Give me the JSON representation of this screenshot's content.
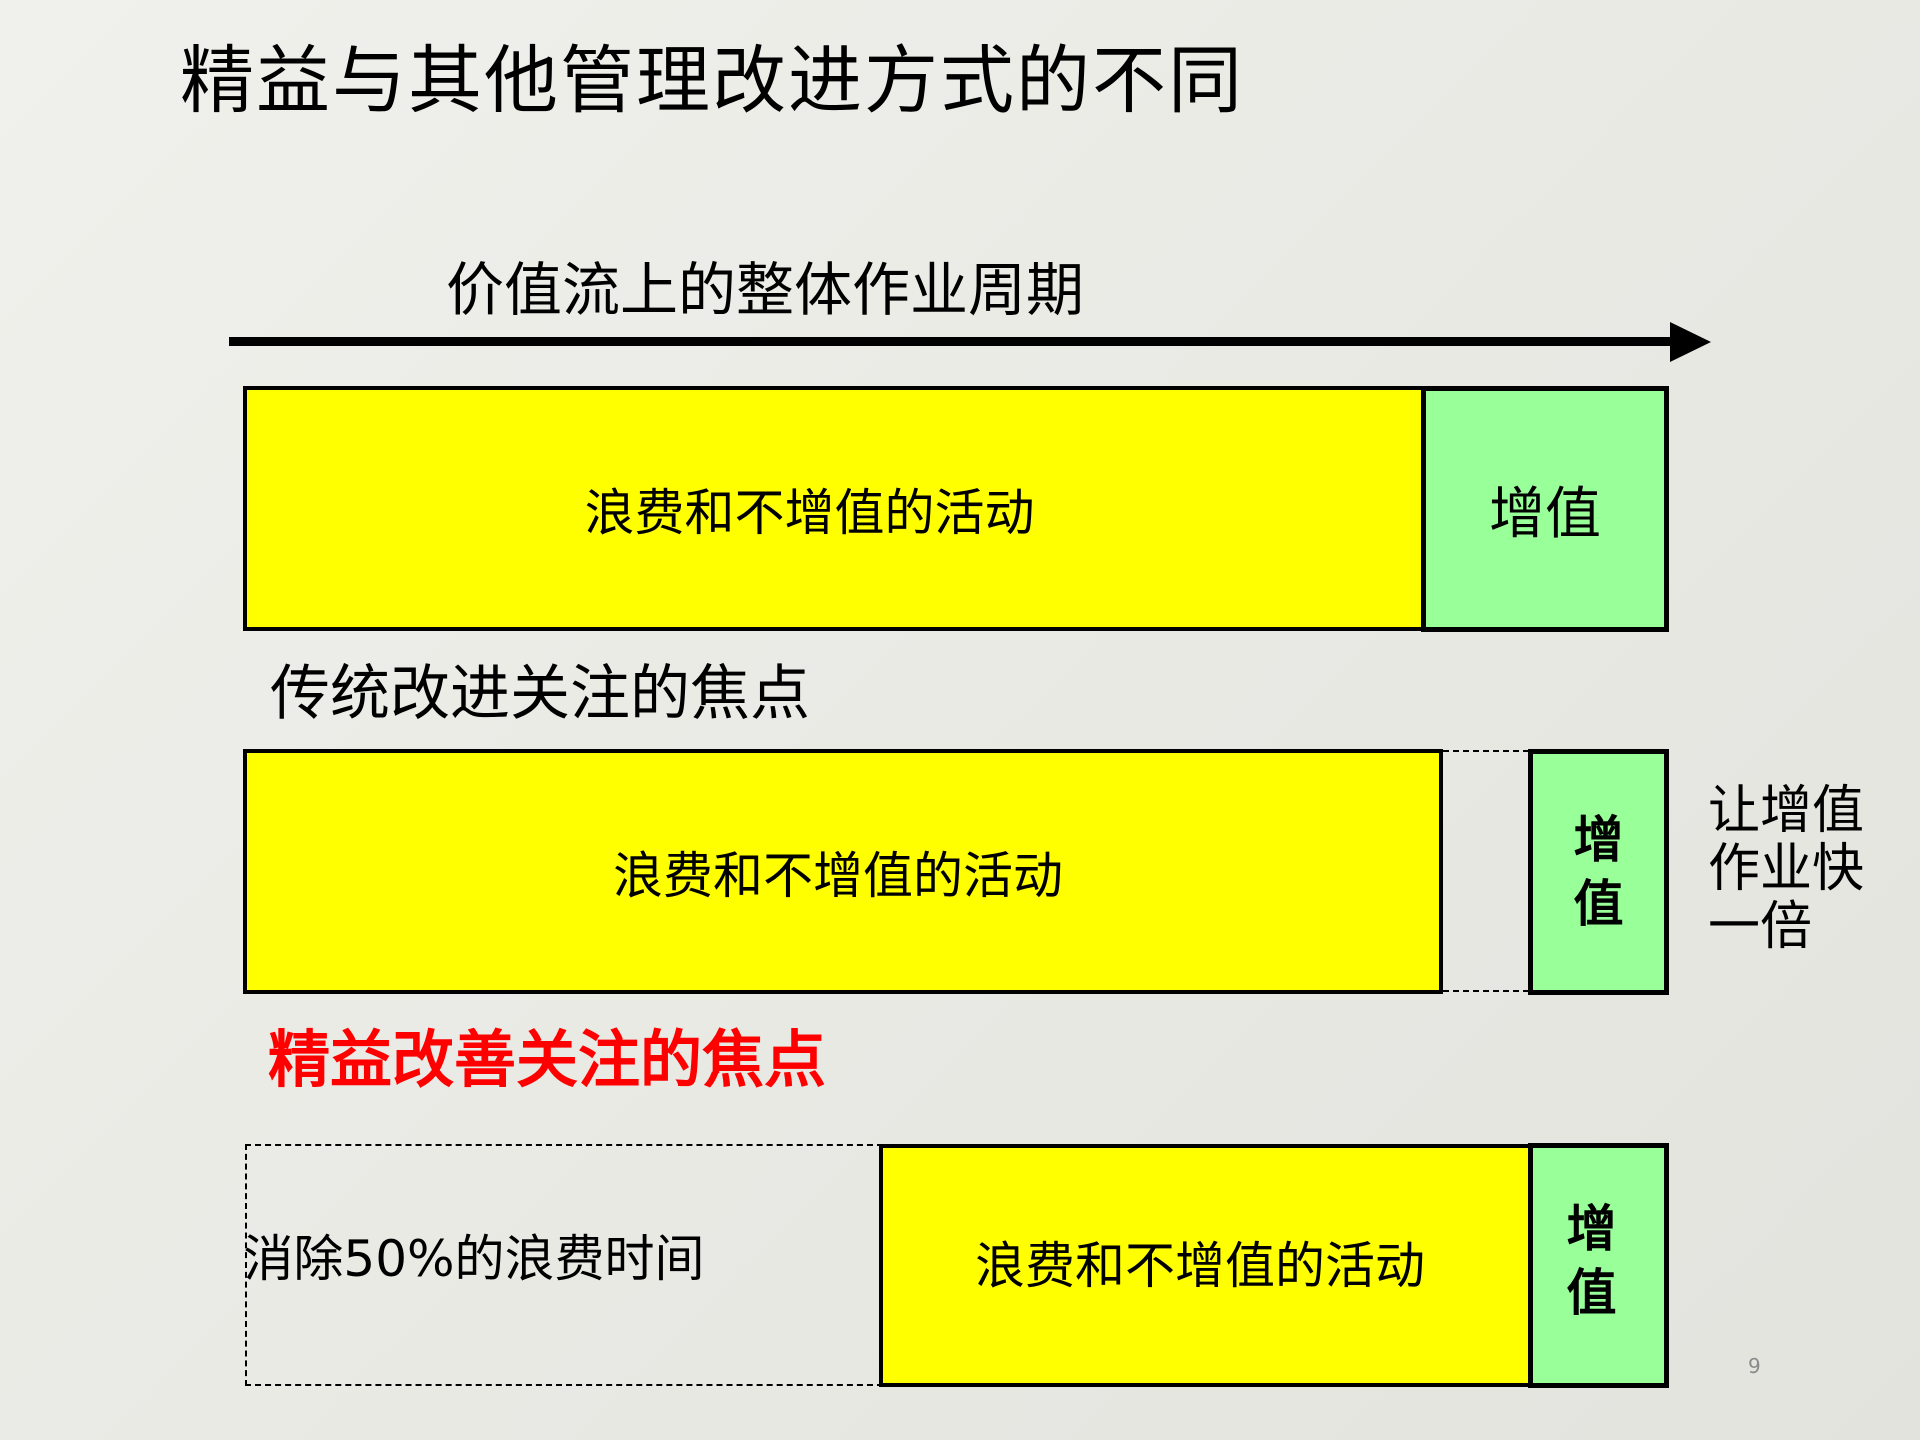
{
  "slide": {
    "title": "精益与其他管理改进方式的不同",
    "page_number": "9",
    "background": [
      "#f0f0ec",
      "#e3e3de"
    ]
  },
  "timeline": {
    "label": "价值流上的整体作业周期",
    "arrow": "right-arrow"
  },
  "colors": {
    "waste": "#ffff00",
    "value_added": "#99ff99",
    "lean_label": "#ff0000",
    "outline": "#000000"
  },
  "row1": {
    "waste_label": "浪费和不增值的活动",
    "value_label": "增值"
  },
  "row2": {
    "section_label": "传统改进关注的焦点",
    "waste_label": "浪费和不增值的活动",
    "value_label_lines": [
      "增",
      "值"
    ],
    "side_note_lines": [
      "让增值",
      "作业快",
      "一倍"
    ]
  },
  "row3": {
    "section_label": "精益改善关注的焦点",
    "eliminated_label": "消除50%的浪费时间",
    "waste_label": "浪费和不增值的活动",
    "value_label_lines": [
      "增",
      "值"
    ]
  }
}
